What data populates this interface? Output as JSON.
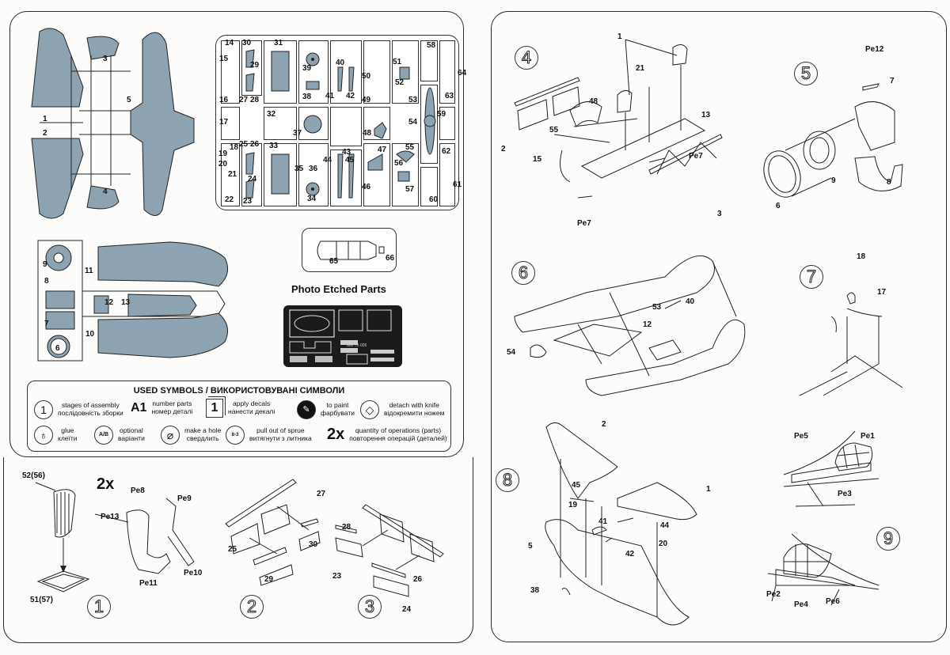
{
  "sprues": {
    "sprue_a_labels": [
      "1",
      "2",
      "3",
      "4",
      "5"
    ],
    "sprue_b_labels": [
      "14",
      "15",
      "16",
      "17",
      "18",
      "19",
      "20",
      "21",
      "22",
      "23",
      "24",
      "25",
      "26",
      "27",
      "28",
      "29",
      "30",
      "31",
      "32",
      "33",
      "34",
      "35",
      "36",
      "37",
      "38",
      "39",
      "40",
      "41",
      "42",
      "43",
      "44",
      "45",
      "46",
      "47",
      "48",
      "49",
      "50",
      "51",
      "52",
      "53",
      "54",
      "55",
      "56",
      "57",
      "58",
      "59",
      "60",
      "61",
      "62",
      "63",
      "64"
    ],
    "sprue_c_labels": [
      "6",
      "7",
      "8",
      "9",
      "10",
      "11",
      "12",
      "13"
    ],
    "canopy_labels": [
      "65",
      "66"
    ],
    "photo_etched_title": "Photo Etched Parts",
    "pe_fret_code": "MM 72-005"
  },
  "legend": {
    "title": "USED SYMBOLS / ВИКОРИСТОВУВАНІ СИМВОЛИ",
    "items": [
      {
        "icon": "stage-circle-icon",
        "glyph": "1",
        "en": "stages of assembly",
        "ua": "послідовність зборки"
      },
      {
        "icon": "part-number-icon",
        "glyph": "A1",
        "en": "number parts",
        "ua": "номер деталі"
      },
      {
        "icon": "decal-icon",
        "glyph": "1",
        "en": "apply decals",
        "ua": "нанести декалі"
      },
      {
        "icon": "paint-brush-icon",
        "glyph": "🖌",
        "en": "to paint",
        "ua": "фарбувати"
      },
      {
        "icon": "knife-icon",
        "glyph": "◇",
        "en": "detach with knife",
        "ua": "відокремити ножем"
      },
      {
        "icon": "glue-icon",
        "glyph": "♁",
        "en": "glue",
        "ua": "клеїти"
      },
      {
        "icon": "optional-icon",
        "glyph": "A/B",
        "en": "optional",
        "ua": "варіанти"
      },
      {
        "icon": "drill-icon",
        "glyph": "⌀",
        "en": "make a hole",
        "ua": "свердлить"
      },
      {
        "icon": "sprue-pull-icon",
        "glyph": "8-3",
        "en": "pull out of sprue",
        "ua": "витягнути з литника"
      },
      {
        "icon": "quantity-icon",
        "glyph": "2x",
        "en": "quantity of operations (parts)",
        "ua": "повторення операцій (деталей)"
      }
    ]
  },
  "steps": [
    {
      "number": "1",
      "multiplier": "2x",
      "labels": [
        "52(56)",
        "51(57)",
        "Pe8",
        "Pe9",
        "Pe13",
        "Pe10",
        "Pe11"
      ]
    },
    {
      "number": "2",
      "labels": [
        "27",
        "25",
        "30",
        "29"
      ]
    },
    {
      "number": "3",
      "labels": [
        "28",
        "23",
        "26",
        "24"
      ]
    },
    {
      "number": "4",
      "labels": [
        "1",
        "21",
        "48",
        "13",
        "55",
        "2",
        "15",
        "Pe7",
        "Pe7",
        "3"
      ]
    },
    {
      "number": "5",
      "labels": [
        "Pe12",
        "7",
        "9",
        "8",
        "6"
      ]
    },
    {
      "number": "6",
      "labels": [
        "40",
        "53",
        "12",
        "54"
      ]
    },
    {
      "number": "7",
      "labels": [
        "18",
        "17"
      ]
    },
    {
      "number": "8",
      "labels": [
        "2",
        "45",
        "1",
        "19",
        "41",
        "44",
        "5",
        "42",
        "20",
        "38"
      ]
    },
    {
      "number": "9",
      "labels": [
        "Pe5",
        "Pe1",
        "Pe3",
        "Pe2",
        "Pe4",
        "Pe6"
      ]
    }
  ]
}
